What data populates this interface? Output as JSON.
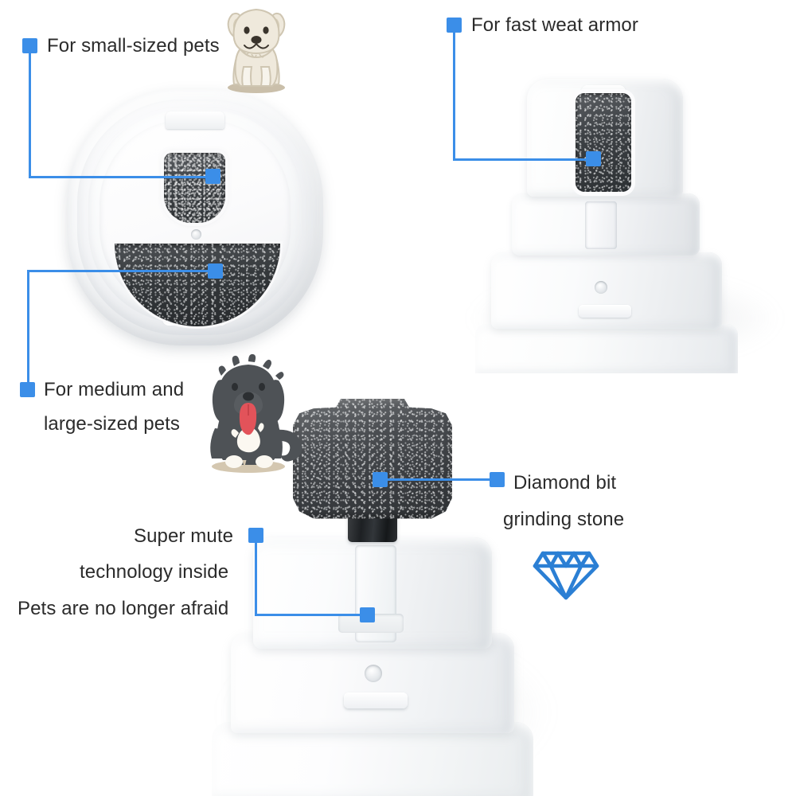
{
  "page": {
    "type": "product-feature-infographic",
    "background_color": "#ffffff",
    "accent_color": "#3b8ee8",
    "text_color": "#2b2b2b"
  },
  "callouts": [
    {
      "id": "small-pets",
      "label": "For small-sized pets",
      "lines": [
        "For small-sized pets"
      ],
      "marker_color": "#3b8ee8",
      "points_to": "small grinding port on round cap"
    },
    {
      "id": "fast-wear-armor",
      "label": "For fast weat armor",
      "lines": [
        "For fast weat armor"
      ],
      "marker_color": "#3b8ee8",
      "points_to": "grinding port on upright device"
    },
    {
      "id": "medium-large-pets",
      "label": "For medium and large-sized pets",
      "lines": [
        "For medium and",
        "large-sized pets"
      ],
      "marker_color": "#3b8ee8",
      "points_to": "large half-circle grinding port on round cap"
    },
    {
      "id": "diamond-bit",
      "label": "Diamond bit grinding stone",
      "lines": [
        "Diamond bit",
        "grinding stone"
      ],
      "marker_color": "#3b8ee8",
      "points_to": "diamond grinding stone bit"
    },
    {
      "id": "super-mute",
      "label": "Super mute technology inside Pets are no longer afraid",
      "lines": [
        "Super mute",
        "technology inside",
        "Pets are no longer afraid"
      ],
      "marker_color": "#3b8ee8",
      "points_to": "motor housing of bottom device"
    }
  ],
  "icons": {
    "diamond": "diamond-icon",
    "small_dog": "small-dog-illustration",
    "large_dog": "large-dog-illustration"
  },
  "illustrations": {
    "small_dog": {
      "name": "small-sized pet",
      "body_color": "#efe9dc",
      "outline_color": "#cfc6b2",
      "ground_color": "#b8a98e"
    },
    "large_dog": {
      "name": "medium and large-sized pet",
      "body_color": "#4e5256",
      "tongue_color": "#e2535a",
      "chest_color": "#ffffff",
      "ground_color": "#c9b99c"
    }
  },
  "products": {
    "round_cap": {
      "name": "round grinding cap",
      "ports": [
        "small rounded port",
        "large half-circle port"
      ]
    },
    "upright_device": {
      "name": "pet nail grinder head",
      "ports": [
        "rectangular grinding port"
      ]
    },
    "bottom_device": {
      "name": "pet nail grinder with diamond bit",
      "parts": [
        "diamond grinding stone",
        "shaft",
        "housing",
        "indicator",
        "power switch"
      ]
    }
  }
}
